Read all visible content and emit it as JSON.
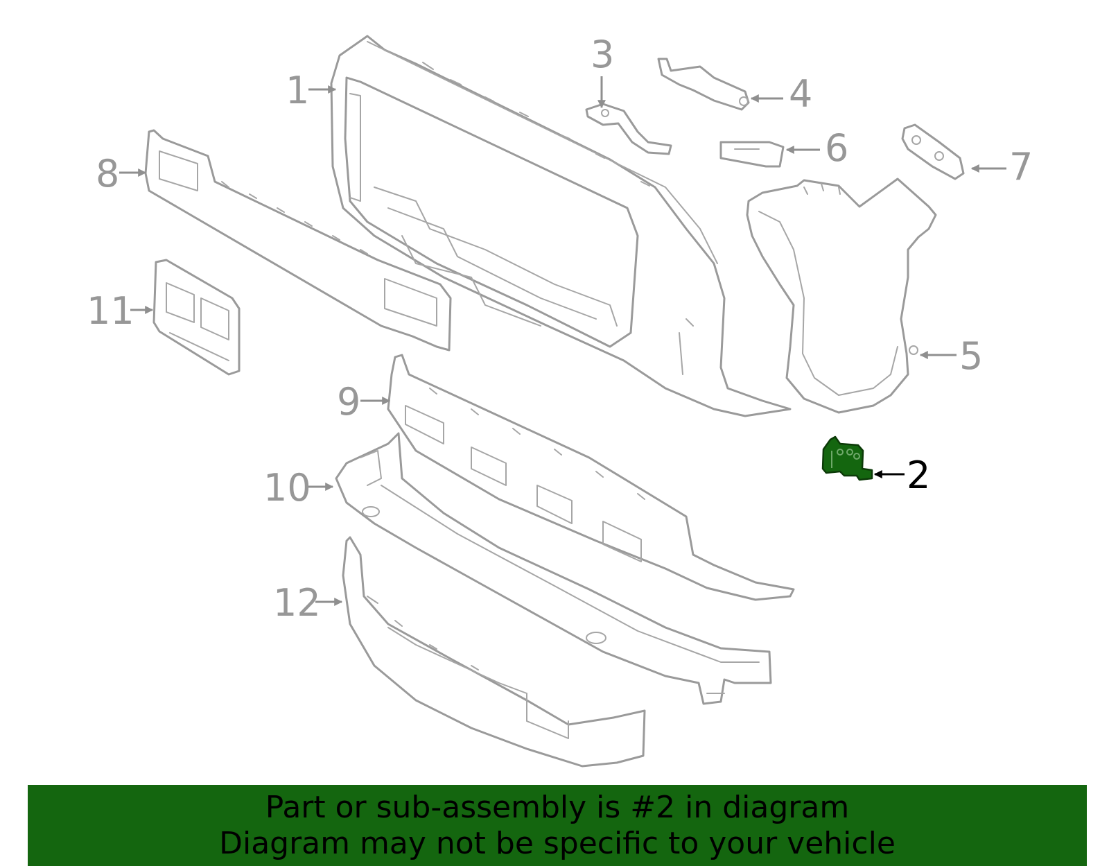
{
  "callouts": {
    "c1": "1",
    "c2": "2",
    "c3": "3",
    "c4": "4",
    "c5": "5",
    "c6": "6",
    "c7": "7",
    "c8": "8",
    "c9": "9",
    "c10": "10",
    "c11": "11",
    "c12": "12"
  },
  "highlighted_part": "2",
  "colors": {
    "highlight": "#14660f",
    "banner": "#14660f",
    "linework": "#9a9a9a"
  },
  "banner": {
    "line1": "Part or sub-assembly is #2 in diagram",
    "line2": "Diagram may not be specific to your vehicle"
  }
}
